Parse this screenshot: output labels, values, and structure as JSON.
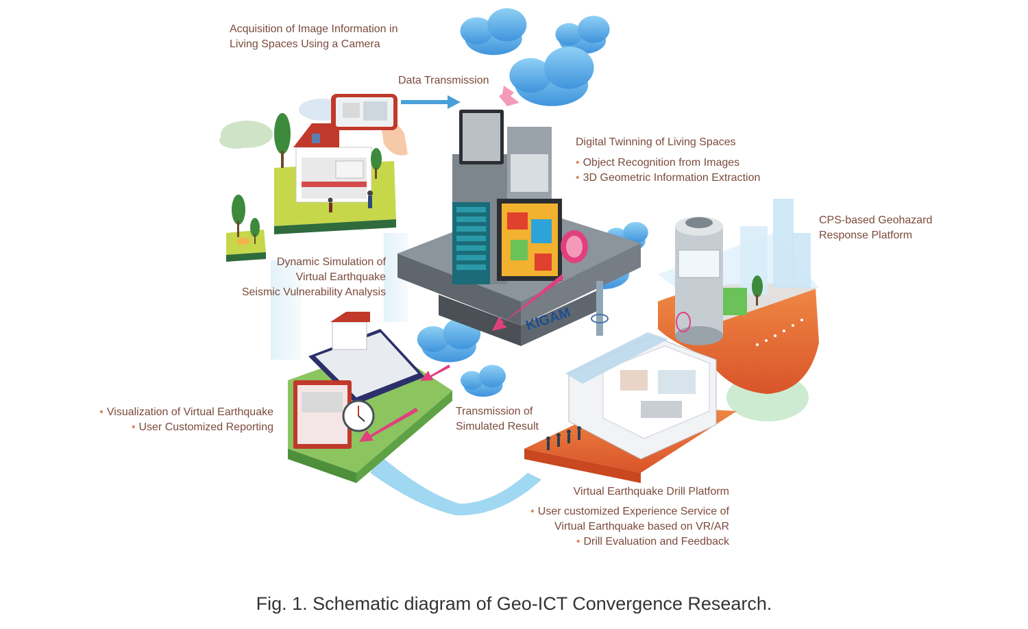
{
  "labels": {
    "acquisition": [
      "Acquisition of Image Information in",
      "Living Spaces Using a Camera"
    ],
    "data_transmission": "Data Transmission",
    "digital_twin_title": "Digital Twinning of Living Spaces",
    "digital_twin_bullets": [
      "Object Recognition from Images",
      "3D Geometric Information Extraction"
    ],
    "cps_platform": [
      "CPS-based Geohazard",
      "Response Platform"
    ],
    "dynamic_simulation": [
      "Dynamic Simulation of",
      "Virtual Earthquake",
      "Seismic Vulnerability Analysis"
    ],
    "visualization_bullets": [
      "Visualization of Virtual Earthquake",
      "User Customized Reporting"
    ],
    "transmission_result": [
      "Transmission of",
      "Simulated Result"
    ],
    "drill_title": "Virtual Earthquake Drill Platform",
    "drill_bullets": [
      "User customized Experience Service of",
      "Virtual Earthquake based on VR/AR",
      "Drill Evaluation and Feedback"
    ],
    "logo_text": "KIGAM"
  },
  "caption": "Fig. 1. Schematic diagram of Geo-ICT Convergence Research.",
  "colors": {
    "label_text": "#7b4a3b",
    "bullet": "#d9895f",
    "cloud": "#5aaee6",
    "grass": "#c6d84a",
    "island_green": "#8cc460",
    "platform_orange": "#e87a3a",
    "server_gray": "#8c949c",
    "pipe": "#8fd0ee",
    "arrow_pink": "#e0407e",
    "arrow_blue": "#4a9fd8"
  }
}
